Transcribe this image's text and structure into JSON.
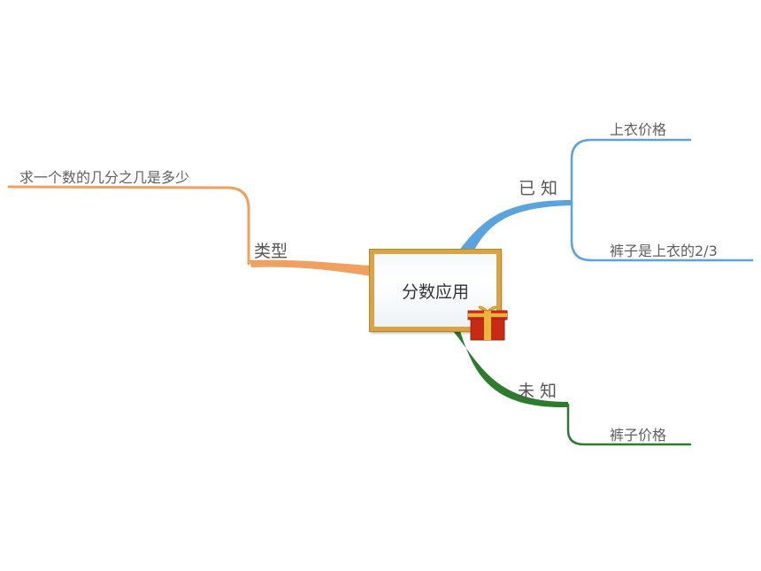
{
  "central_topic": "分数应用",
  "branches": {
    "known": {
      "label": "已知",
      "color": "#5ba3de",
      "children": [
        "上衣价格",
        "裤子是上衣的2/3"
      ]
    },
    "unknown": {
      "label": "未知",
      "color": "#2e7a2e",
      "children": [
        "裤子价格"
      ]
    },
    "type": {
      "label": "类型",
      "color": "#f0a060",
      "children": [
        "求一个数的几分之几是多少"
      ]
    }
  },
  "icons": {
    "central_decoration": "gift-box-icon"
  }
}
